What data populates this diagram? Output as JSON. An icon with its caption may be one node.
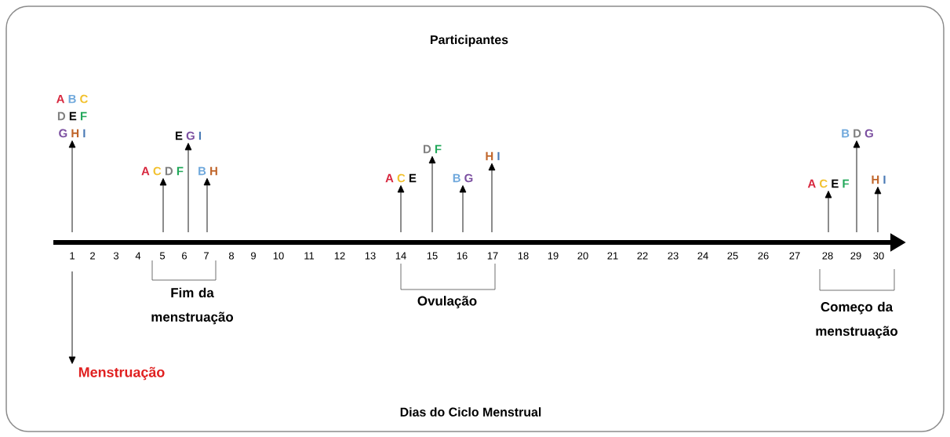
{
  "diagram": {
    "title": "Participantes",
    "caption": "Dias do Ciclo Menstrual",
    "nodes": [
      {
        "text": [
          "A",
          "B",
          "C",
          "D",
          "E",
          "F",
          "G",
          "H",
          "I"
        ]
      },
      {
        "text": [
          "A",
          "C",
          "D",
          "F"
        ]
      },
      {
        "text": [
          "E",
          "G",
          "I"
        ]
      },
      {
        "text": [
          "B",
          "H"
        ]
      },
      {
        "text": [
          "A",
          "C",
          "E"
        ]
      },
      {
        "text": [
          "D",
          "F"
        ]
      },
      {
        "text": [
          "B",
          "G"
        ]
      },
      {
        "text": [
          "H",
          "I"
        ]
      },
      {
        "text": [
          "A",
          "C",
          "E",
          "F"
        ]
      },
      {
        "text": [
          "B",
          "D",
          "G"
        ]
      },
      {
        "text": [
          "H",
          "I"
        ]
      },
      {
        "text": [
          "Menstruação"
        ]
      }
    ],
    "edges": [
      {
        "from": null,
        "to": 0,
        "arrow": "to"
      },
      {
        "from": null,
        "to": 1,
        "arrow": "to"
      },
      {
        "from": null,
        "to": 2,
        "arrow": "to"
      },
      {
        "from": null,
        "to": 3,
        "arrow": "to"
      },
      {
        "from": null,
        "to": 4,
        "arrow": "to"
      },
      {
        "from": null,
        "to": 5,
        "arrow": "to"
      },
      {
        "from": null,
        "to": 6,
        "arrow": "to"
      },
      {
        "from": null,
        "to": 7,
        "arrow": "to"
      },
      {
        "from": null,
        "to": 8,
        "arrow": "to"
      },
      {
        "from": null,
        "to": 9,
        "arrow": "to"
      },
      {
        "from": null,
        "to": 10,
        "arrow": "to"
      },
      {
        "from": null,
        "to": 11,
        "arrow": "to"
      }
    ],
    "labels": [
      "1",
      "2",
      "3",
      "4",
      "5",
      "6",
      "7",
      "8",
      "9",
      "10",
      "11",
      "12",
      "13",
      "14",
      "15",
      "16",
      "17",
      "18",
      "19",
      "20",
      "21",
      "22",
      "23",
      "24",
      "25",
      "26",
      "27",
      "28",
      "29",
      "30",
      "Fim da menstruação",
      "Ovulação",
      "Começo da menstruação"
    ]
  }
}
